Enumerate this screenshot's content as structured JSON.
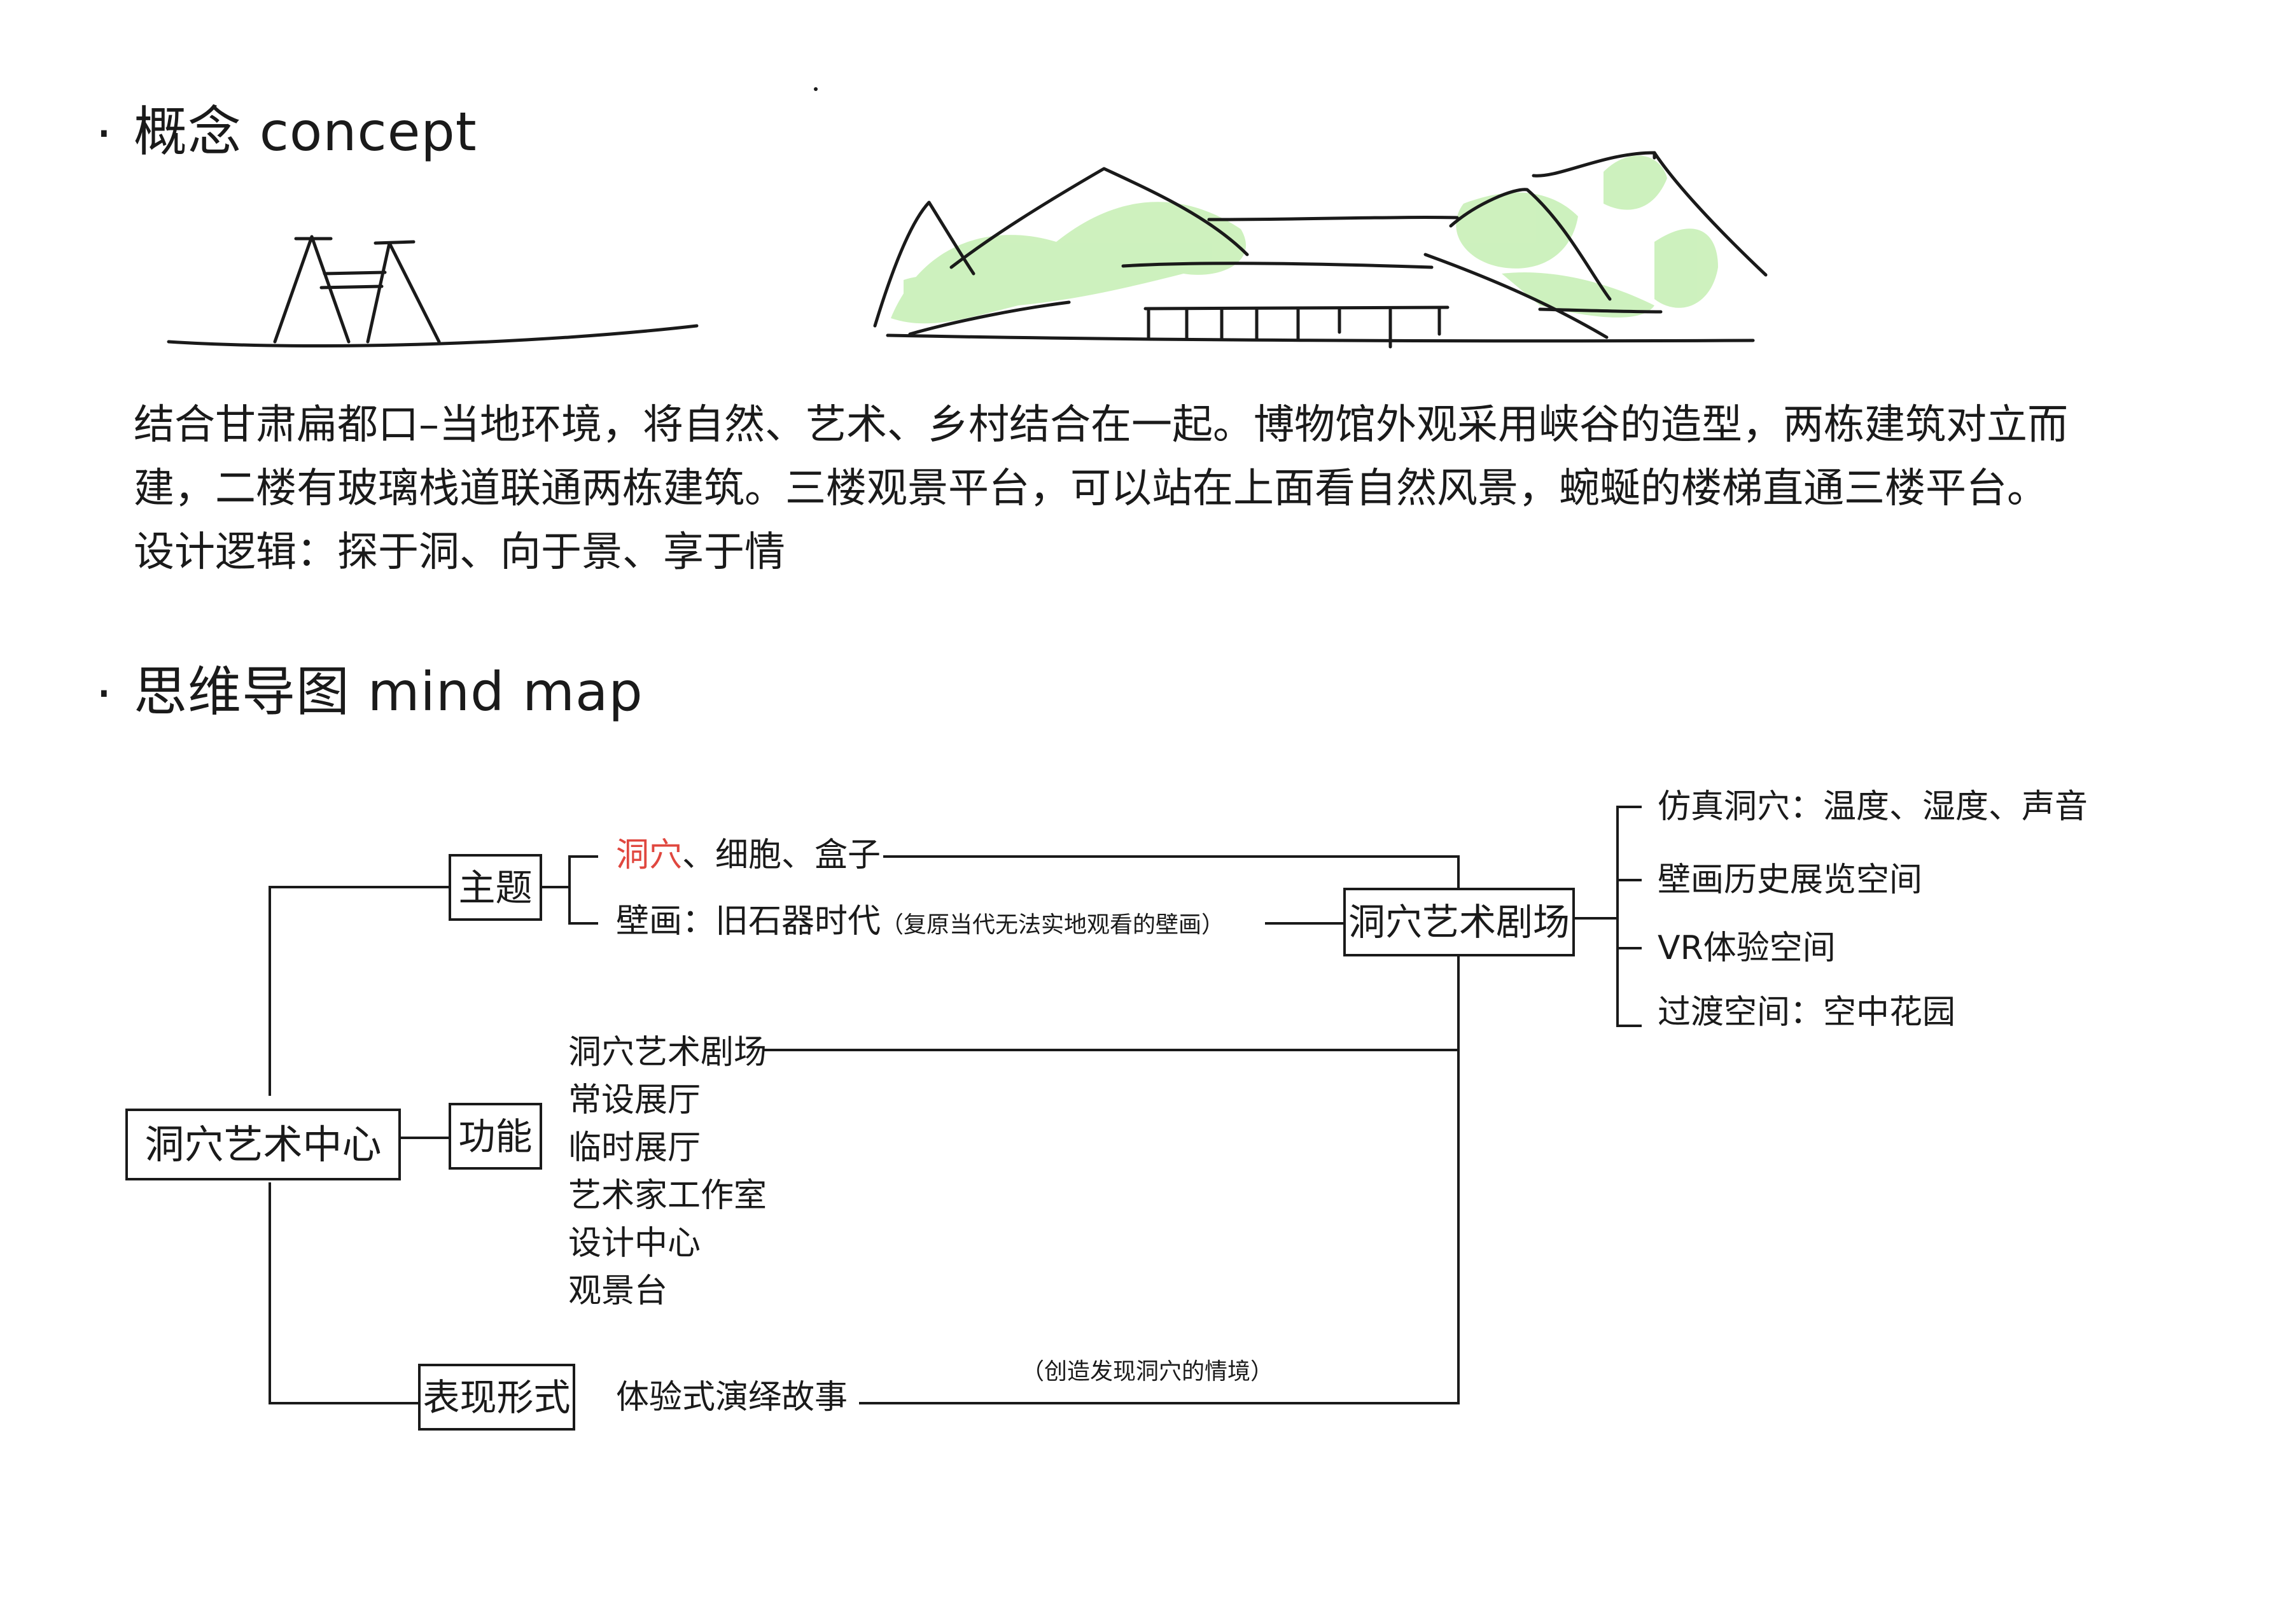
{
  "concept": {
    "bullet": "·",
    "heading": "概念 concept",
    "paragraph": [
      "结合甘肃扁都口–当地环境，将自然、艺术、乡村结合在一起。博物馆外观采用峡谷的造型，两栋建筑对立而",
      "建，二楼有玻璃栈道联通两栋建筑。三楼观景平台，可以站在上面看自然风景，蜿蜒的楼梯直通三楼平台。",
      "设计逻辑：探于洞、向于景、享于情"
    ]
  },
  "mindmap": {
    "bullet": "·",
    "heading": "思维导图 mind map",
    "center": "洞穴艺术中心",
    "theme": {
      "label": "主题",
      "item1_highlight": "洞穴",
      "item1_rest": "、细胞、盒子",
      "item2_main": "壁画：旧石器时代",
      "item2_note": "（复原当代无法实地观看的壁画）"
    },
    "theater": {
      "label": "洞穴艺术剧场",
      "items": [
        "仿真洞穴：温度、湿度、声音",
        "壁画历史展览空间",
        "VR体验空间",
        "过渡空间：空中花园"
      ]
    },
    "function": {
      "label": "功能",
      "items": [
        "洞穴艺术剧场",
        "常设展厅",
        "临时展厅",
        "艺术家工作室",
        "设计中心",
        "观景台"
      ]
    },
    "expression": {
      "label": "表现形式",
      "item": "体验式演绎故事",
      "note": "（创造发现洞穴的情境）"
    }
  },
  "colors": {
    "ink": "#1a1a1a",
    "highlight": "#e0473f",
    "sketch_green": "#9fe07a"
  }
}
